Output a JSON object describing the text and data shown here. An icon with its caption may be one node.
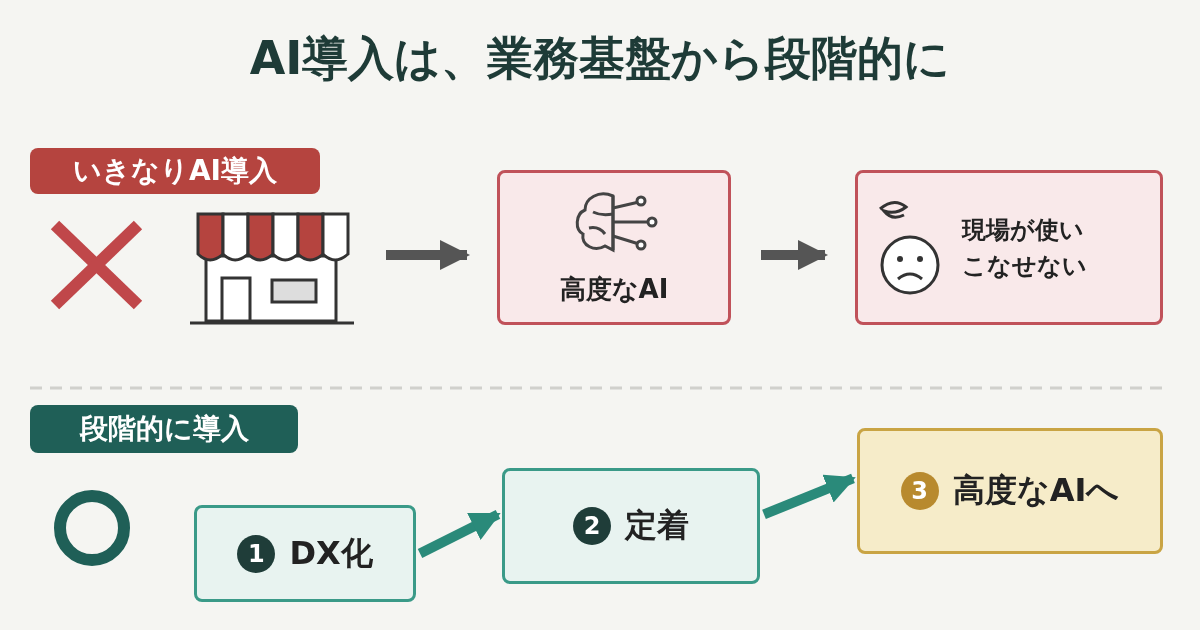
{
  "diagram": {
    "title": "AI導入は、業務基盤から段階的に",
    "nodes": [
      {
        "text": [
          "いきなりAI導入"
        ]
      },
      {
        "text": [],
        "shape": "picture"
      },
      {
        "text": [
          "高度なAI"
        ]
      },
      {
        "text": [
          "現場が使いこなせない"
        ]
      },
      {
        "text": [
          "段階的に導入"
        ]
      },
      {
        "text": [
          "1",
          "DX化"
        ]
      },
      {
        "text": [
          "2",
          "定着"
        ]
      },
      {
        "text": [
          "3",
          "高度なAIへ"
        ]
      }
    ],
    "edges": [
      {
        "from": 1,
        "to": 2,
        "arrow": "to"
      },
      {
        "from": 2,
        "to": 3,
        "arrow": "to"
      },
      {
        "from": 5,
        "to": 6,
        "arrow": "to",
        "color": "#2a8a7a"
      },
      {
        "from": 6,
        "to": 7,
        "arrow": "to",
        "color": "#2a8a7a"
      }
    ]
  }
}
